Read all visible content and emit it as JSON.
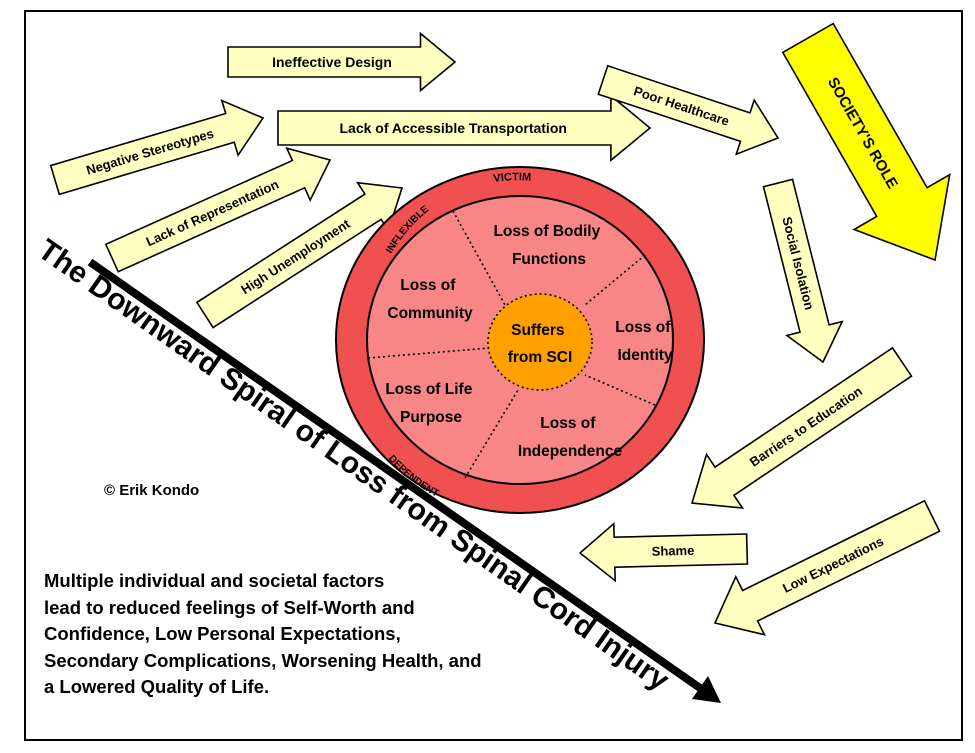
{
  "title": "The Downward Spiral of Loss from Spinal Cord Injury",
  "copyright": "© Erik Kondo",
  "description_lines": [
    "Multiple individual and societal factors",
    "lead to reduced feelings of Self-Worth and",
    "Confidence, Low Personal Expectations,",
    "Secondary Complications, Worsening Health, and",
    "a Lowered Quality of Life."
  ],
  "societal_arrows": [
    {
      "id": "ineffective-design",
      "label": "Ineffective Design"
    },
    {
      "id": "negative-stereotypes",
      "label": "Negative Stereotypes"
    },
    {
      "id": "lack-of-accessible-transportation",
      "label": "Lack of Accessible Transportation"
    },
    {
      "id": "poor-healthcare",
      "label": "Poor Healthcare"
    },
    {
      "id": "lack-of-representation",
      "label": "Lack of Representation"
    },
    {
      "id": "high-unemployment",
      "label": "High Unemployment"
    },
    {
      "id": "social-isolation",
      "label": "Social Isolation"
    },
    {
      "id": "barriers-to-education",
      "label": "Barriers to Education"
    },
    {
      "id": "shame",
      "label": "Shame"
    },
    {
      "id": "low-expectations",
      "label": "Low Expectations"
    }
  ],
  "societys_role": {
    "label": "SOCIETY'S ROLE"
  },
  "circle": {
    "center_lines": [
      "Suffers",
      "from SCI"
    ],
    "ring_labels": {
      "top": "VICTIM",
      "upper_left": "INFLEXIBLE",
      "lower_left": "DEPENDENT"
    },
    "segments": [
      {
        "id": "bodily-functions",
        "lines": [
          "Loss of Bodily",
          "Functions"
        ]
      },
      {
        "id": "identity",
        "lines": [
          "Loss of",
          "Identity"
        ]
      },
      {
        "id": "independence",
        "lines": [
          "Loss of",
          "Independence"
        ]
      },
      {
        "id": "life-purpose",
        "lines": [
          "Loss of Life",
          "Purpose"
        ]
      },
      {
        "id": "community",
        "lines": [
          "Loss of",
          "Community"
        ]
      }
    ]
  },
  "colors": {
    "arrow_fill": "#ffffc0",
    "societys_role_fill": "#ffff00",
    "ring_outer": "#f05050",
    "inner_disc": "#f88686",
    "center": "#ffa000"
  }
}
